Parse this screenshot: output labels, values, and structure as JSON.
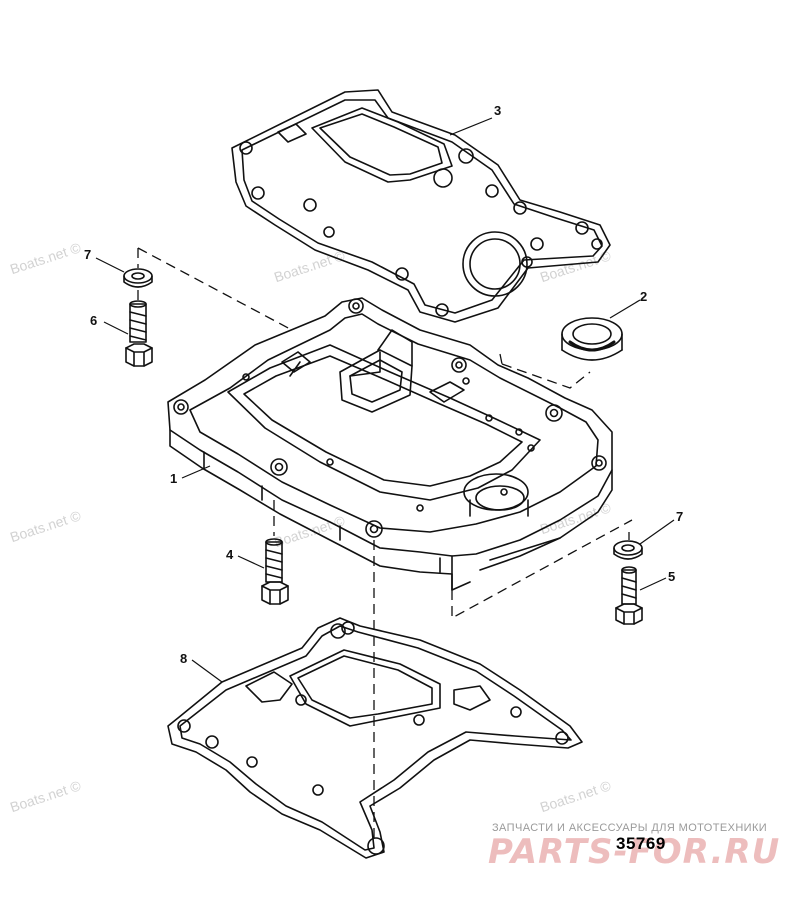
{
  "callouts": {
    "c1": "1",
    "c2": "2",
    "c3": "3",
    "c4": "4",
    "c5": "5",
    "c6": "6",
    "c7_left": "7",
    "c7_right": "7",
    "c8": "8"
  },
  "watermark": "Boats.net ©",
  "diagram_number": "35769",
  "shop_tagline": "ЗАПЧАСТИ И АКСЕССУАРЫ ДЛЯ МОТОТЕХНИКИ",
  "shop_logo": "PARTS-FOR.RU",
  "colors": {
    "line": "#111111",
    "watermark": "#d2d2d2",
    "logo": "#e8a8a8"
  }
}
